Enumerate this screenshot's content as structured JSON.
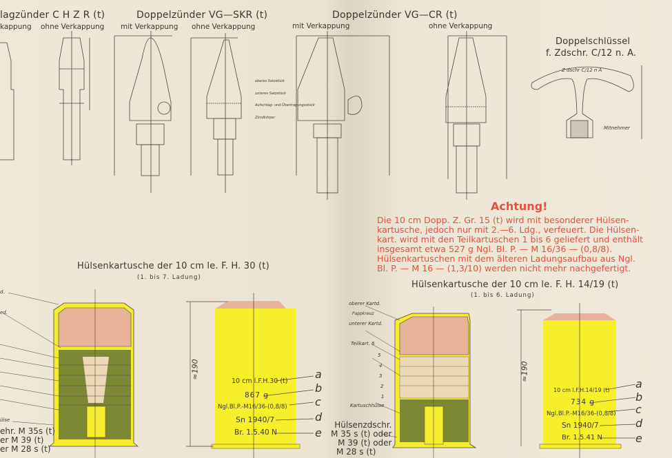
{
  "top": {
    "chzr_title": "lagzünder  C H Z R  (t)",
    "chzr_sub_left": "kappung",
    "chzr_sub_right": "ohne Verkappung",
    "skr_title": "Doppelzünder VG—SKR (t)",
    "skr_sub_left": "mit Verkappung",
    "skr_sub_right": "ohne Verkappung",
    "cr_title": "Doppelzünder VG—CR (t)",
    "cr_sub_left": "mit Verkappung",
    "cr_sub_right": "ohne Verkappung",
    "key_title": "Doppelschlüssel",
    "key_subtitle": "f. Zdschr. C/12 n. A.",
    "key_label": "Z dschr C/12 n A",
    "key_part": "Mitnehmer",
    "fuze_labels": [
      "oberes Satzstück",
      "unteres Satzstück",
      "Aufschlag- und Übertragungsstück",
      "Zündkörper"
    ]
  },
  "notice": {
    "title": "Achtung!",
    "lines": [
      "Die 10 cm Dopp. Z. Gr. 15 (t) wird mit besonderer Hülsen-",
      "kartusche, jedoch nur mit 2.—6. Ldg., verfeuert.  Die Hülsen-",
      "kart. wird mit den Teilkartuschen 1 bis 6 geliefert und enthält",
      "insgesamt etwa 527 g Ngl. Bl. P. — M 16/36 — (0,8/8).",
      "Hülsenkartuschen mit dem älteren Ladungsaufbau aus Ngl.",
      "Bl. P. — M 16 — (1,3/10) werden nicht mehr nachgefertigt."
    ]
  },
  "left_cartridge": {
    "title": "Hülsenkartusche der 10 cm le. F. H. 30 (t)",
    "subtitle": "(1. bis 7. Ladung)",
    "dimension": "≈190",
    "partial_labels": [
      "d.",
      "ed.",
      "ülse"
    ],
    "primer": [
      "ehr. M 35s (t)",
      "er  M 39  (t)",
      "er  M 28 s (t)"
    ],
    "markings": [
      "10 cm l.F.H.30 (t)",
      "867 g",
      "Ngl.Bl.P.-M16/36-(0,8/8)",
      "Sn 1940/7",
      "Br. 1.5.40 N"
    ],
    "letters": [
      "a",
      "b",
      "c",
      "d",
      "e"
    ]
  },
  "right_cartridge": {
    "title": "Hülsenkartusche der 10 cm le. F. H. 14/19 (t)",
    "subtitle": "(1. bis 6. Ladung)",
    "dimension": "≈190",
    "labels": [
      "oberer Kartd.",
      "Pappkreuz",
      "unterer Kartd.",
      "Teilkart. 6",
      "5",
      "4",
      "3",
      "2",
      "1",
      "Kartuschhülse"
    ],
    "primer": [
      "Hülsenzdschr.",
      "M 35 s (t) oder",
      "M 39 (t) oder",
      "M 28 s (t)"
    ],
    "markings": [
      "10 cm l.F.H.14/19 (t)",
      "734 g",
      "Ngl.Bl.P.-M16/36-(0,8/8)",
      "Sn 1940/7",
      "Br. 1.5.41 N"
    ],
    "letters": [
      "a",
      "b",
      "c",
      "d",
      "e"
    ]
  },
  "colors": {
    "paper": "#efe7d8",
    "red": "#e8503e",
    "yellow": "#f5ee2a",
    "salmon": "#e8b49a",
    "green": "#7f8a3a",
    "ink": "#3b3733"
  }
}
